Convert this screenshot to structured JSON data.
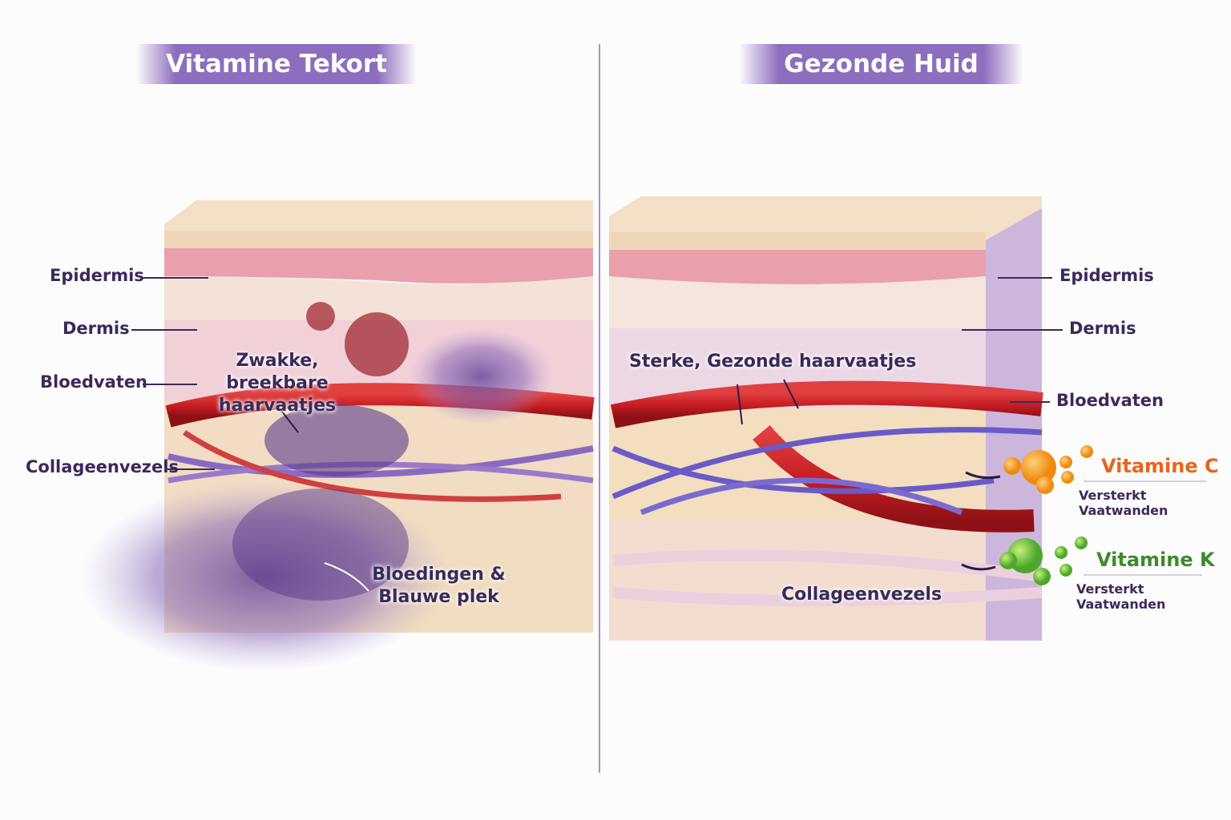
{
  "left_panel": {
    "title": "Vitamine Tekort",
    "labels": {
      "epidermis": "Epidermis",
      "dermis": "Dermis",
      "blood_vessels": "Bloedvaten",
      "collagen": "Collageenvezels"
    },
    "annotation_capillaries": [
      "Zwakke, breekbare",
      "haarvaatjes"
    ],
    "annotation_bruise": [
      "Bloedingen &",
      "Blauwe plek"
    ]
  },
  "right_panel": {
    "title": "Gezonde Huid",
    "labels": {
      "epidermis": "Epidermis",
      "dermis": "Dermis",
      "blood_vessels": "Bloedvaten",
      "collagen": "Collageenvezels"
    },
    "annotation_capillaries": "Sterke, Gezonde haarvaatjes",
    "vitamins": [
      {
        "name": "Vitamine C",
        "effect": "Versterkt Vaatwanden",
        "color": "#e8641e"
      },
      {
        "name": "Vitamine K",
        "effect": "Versterkt Vaatwanden",
        "color": "#3d8a2c"
      }
    ]
  },
  "colors": {
    "title_banner": "#8c6ebe",
    "text": "#3a2a5a",
    "divider": "#a692c8"
  }
}
